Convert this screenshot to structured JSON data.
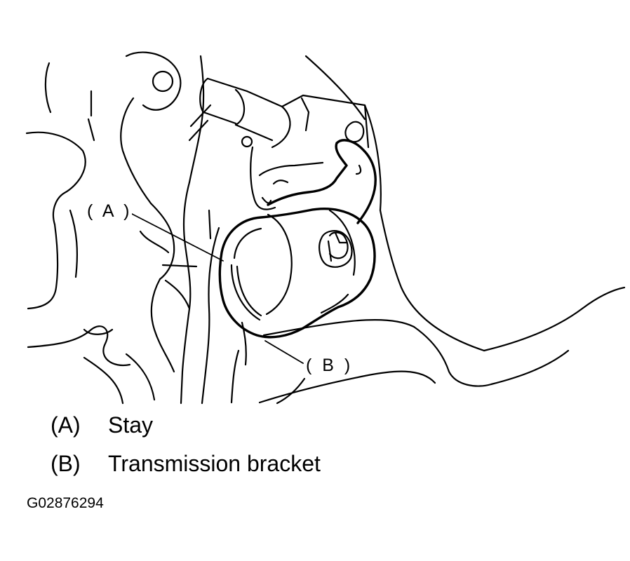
{
  "callouts": {
    "a": "( A )",
    "b": "( B )"
  },
  "legend": [
    {
      "key": "(A)",
      "label": "Stay"
    },
    {
      "key": "(B)",
      "label": "Transmission bracket"
    }
  ],
  "figure_id": "G02876294"
}
